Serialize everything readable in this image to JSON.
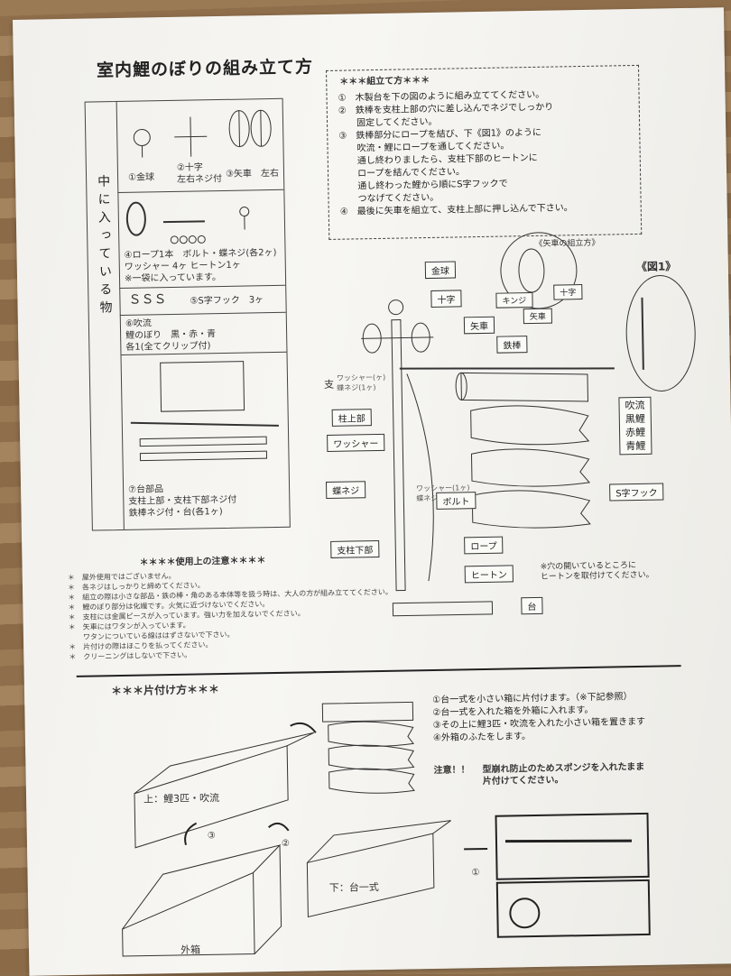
{
  "title": "室内鯉のぼりの組み立て方",
  "contents": {
    "side_label": "中に入っている物",
    "items": [
      {
        "label": "①金球"
      },
      {
        "label": "②十字\n左右ネジ付"
      },
      {
        "label": "③矢車　左右"
      },
      {
        "label": "④ロープ1本　ボルト・蝶ネジ(各2ヶ)\nワッシャー 4ヶ ヒートン1ヶ\n※一袋に入っています。"
      },
      {
        "label": "⑤S字フック　3ヶ"
      },
      {
        "label": "⑥吹流\n鯉のぼり　黒・赤・青\n各1(全てクリップ付)"
      },
      {
        "label": "⑦台部品\n支柱上部・支柱下部ネジ付\n鉄棒ネジ付・台(各1ヶ)"
      }
    ]
  },
  "assembly": {
    "header": "＊＊＊組立て方＊＊＊",
    "steps": [
      "①　木製台を下の図のように組み立ててください。",
      "②　鉄棒を支柱上部の穴に差し込んでネジでしっかり",
      "　　固定してください。",
      "③　鉄棒部分にロープを結び、下《図1》のように",
      "　　吹流・鯉にロープを通してください。",
      "　　通し終わりましたら、支柱下部のヒートンに",
      "　　ロープを結んでください。",
      "　　通し終わった鯉から順にS字フックで",
      "　　つなげてください。",
      "④　最後に矢車を組立て、支柱上部に押し込んで下さい。"
    ]
  },
  "diagram": {
    "labels": {
      "kinkyu": "金球",
      "juji": "十字",
      "yaguruma": "矢車",
      "tetsubo": "鉄棒",
      "chuujoubu": "柱上部",
      "washer": "ワッシャー",
      "choneji": "蝶ネジ",
      "bolt": "ボルト",
      "shiji_kabu": "支柱下部",
      "rope": "ロープ",
      "heaton": "ヒートン",
      "dai": "台",
      "s_hook": "S字フック",
      "koi_list": "吹流\n黒鯉\n赤鯉\n青鯉",
      "yaguruma_title": "《矢車の組立方》",
      "kinji": "キンジ",
      "juji2": "十字",
      "yaguruma2": "矢車",
      "fig1": "《図1》",
      "heaton_note": "※穴の開いているところに\nヒートンを取付けてください。",
      "small_top": "ワッシャー(ヶ)\n蝶ネジ(1ヶ)",
      "small_bottom": "ワッシャー(1ヶ)\n蝶ネジ(1ヶ)",
      "shi": "支"
    }
  },
  "cautions": {
    "header": "＊＊＊＊使用上の注意＊＊＊＊",
    "items": [
      "＊　屋外使用ではございません。",
      "＊　各ネジはしっかりと締めてください。",
      "＊　組立の際は小さな部品・鉄の棒・角のある本体等を扱う時は、大人の方が組み立ててください。",
      "＊　鯉のぼり部分は化繊です。火気に近づけないでください。",
      "＊　支柱には金属ピースが入っています。強い力を加えないでください。",
      "＊　矢車にはワタンが入っています。",
      "　　ワタンについている線ははずさないで下さい。",
      "＊　片付けの際はほこりを払ってください。",
      "＊　クリーニングはしないで下さい。"
    ]
  },
  "storage": {
    "header": "＊＊＊片付け方＊＊＊",
    "steps": [
      "①台一式を小さい箱に片付けます。（※下記参照）",
      "②台一式を入れた箱を外箱に入れます。",
      "③その上に鯉3匹・吹流を入れた小さい箱を置きます",
      "④外箱のふたをします。"
    ],
    "note_head": "注意！！",
    "note": "型崩れ防止のためスポンジを入れたまま\n片付けてください。",
    "box_top": "上：鯉3匹・吹流",
    "box_bottom": "下：台一式",
    "box_outer": "外箱",
    "num1": "①",
    "num2": "②",
    "num3": "③"
  }
}
